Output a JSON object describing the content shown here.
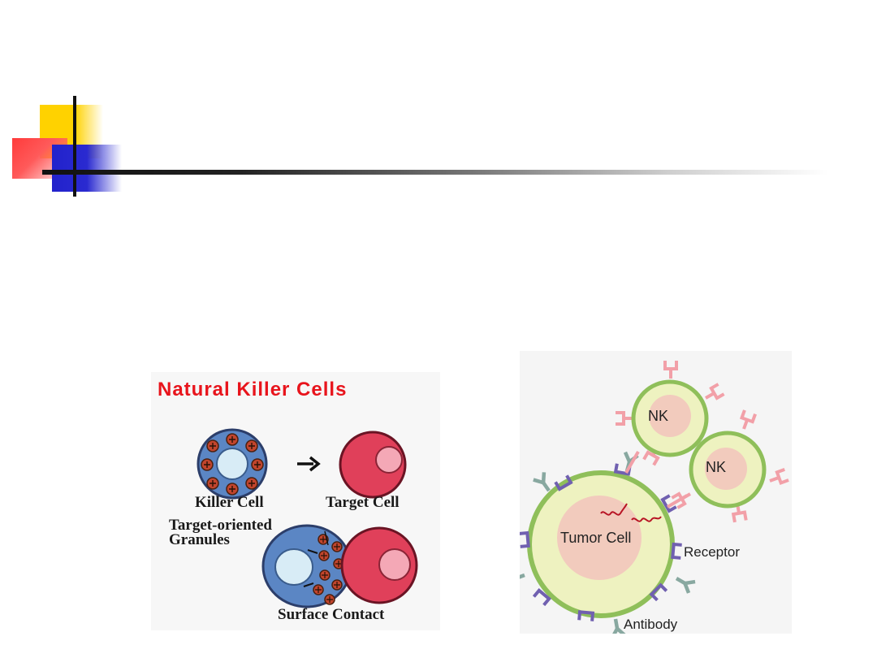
{
  "slide": {
    "colors": {
      "accent_yellow": "#ffd200",
      "accent_red": "#ff3b3b",
      "accent_blue": "#2222cc"
    }
  },
  "left_figure": {
    "title": "Natural Killer Cells",
    "killer_cell_label": "Killer Cell",
    "target_cell_label": "Target Cell",
    "granules_label_line1": "Target-oriented",
    "granules_label_line2": "Granules",
    "surface_contact_label": "Surface Contact",
    "colors": {
      "title": "#e8141c",
      "killer_cell": "#5b86c4",
      "target_cell": "#e0405a"
    }
  },
  "right_figure": {
    "nk_label_1": "NK",
    "nk_label_2": "NK",
    "tumor_label": "Tumor Cell",
    "receptor_label": "Receptor",
    "antibody_label": "Antibody",
    "colors": {
      "cell_fill": "#eef2c0",
      "cell_border": "#8fbf5a",
      "nucleus": "#f2cbbd",
      "receptor_pink": "#f2a0a8",
      "receptor_purple": "#7060b0",
      "antibody_teal": "#88a8a0"
    }
  }
}
